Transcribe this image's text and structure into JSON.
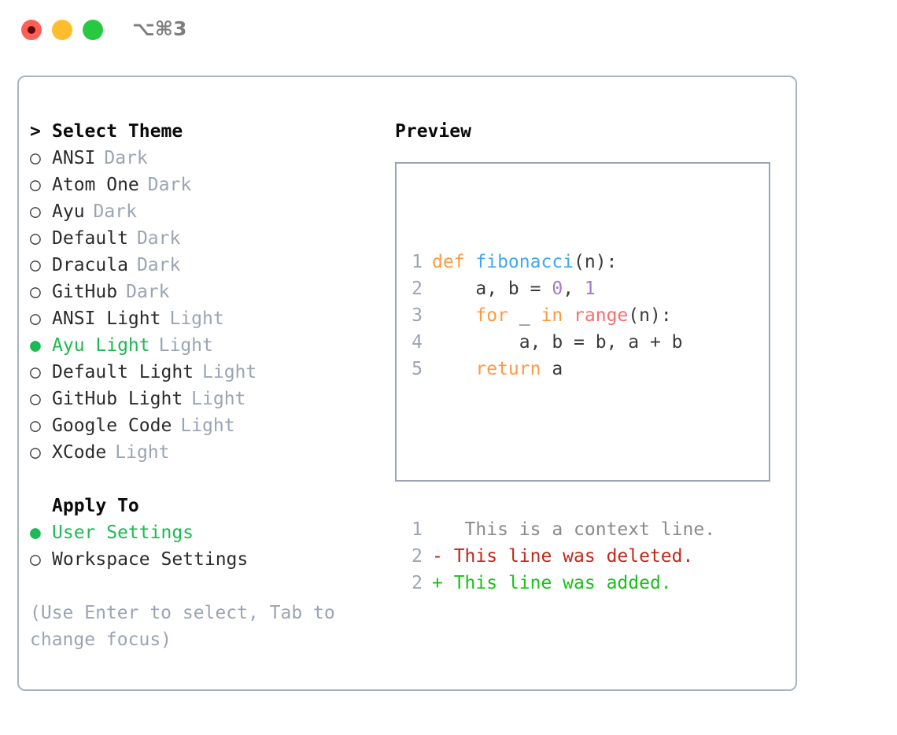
{
  "window": {
    "shortcut": "⌥⌘3",
    "traffic_lights": [
      {
        "name": "close",
        "color": "#FF5F57"
      },
      {
        "name": "minimize",
        "color": "#FFBD2E"
      },
      {
        "name": "maximize",
        "color": "#28C840"
      }
    ]
  },
  "accent": {
    "selected_green": "#1DB954",
    "muted_gray": "#9BA4B4",
    "border": "#AAB3C0"
  },
  "theme_list": {
    "header_marker": ">",
    "header": "Select Theme",
    "items": [
      {
        "marker": "○",
        "name": "ANSI",
        "tag": "Dark",
        "selected": false
      },
      {
        "marker": "○",
        "name": "Atom One",
        "tag": "Dark",
        "selected": false
      },
      {
        "marker": "○",
        "name": "Ayu",
        "tag": "Dark",
        "selected": false
      },
      {
        "marker": "○",
        "name": "Default",
        "tag": "Dark",
        "selected": false
      },
      {
        "marker": "○",
        "name": "Dracula",
        "tag": "Dark",
        "selected": false
      },
      {
        "marker": "○",
        "name": "GitHub",
        "tag": "Dark",
        "selected": false
      },
      {
        "marker": "○",
        "name": "ANSI Light",
        "tag": "Light",
        "selected": false
      },
      {
        "marker": "●",
        "name": "Ayu Light",
        "tag": "Light",
        "selected": true
      },
      {
        "marker": "○",
        "name": "Default Light",
        "tag": "Light",
        "selected": false
      },
      {
        "marker": "○",
        "name": "GitHub Light",
        "tag": "Light",
        "selected": false
      },
      {
        "marker": "○",
        "name": "Google Code",
        "tag": "Light",
        "selected": false
      },
      {
        "marker": "○",
        "name": "XCode",
        "tag": "Light",
        "selected": false
      }
    ]
  },
  "apply_to": {
    "header": "Apply To",
    "items": [
      {
        "marker": "●",
        "name": "User Settings",
        "selected": true
      },
      {
        "marker": "○",
        "name": "Workspace Settings",
        "selected": false
      }
    ]
  },
  "hint": "(Use Enter to select, Tab to change focus)",
  "preview": {
    "title": "Preview",
    "code_lines": [
      {
        "n": "1",
        "tokens": [
          {
            "t": "def ",
            "c": "kw"
          },
          {
            "t": "fibonacci",
            "c": "fn"
          },
          {
            "t": "(n):",
            "c": "pl"
          }
        ]
      },
      {
        "n": "2",
        "tokens": [
          {
            "t": "    a, b = ",
            "c": "pl"
          },
          {
            "t": "0",
            "c": "num"
          },
          {
            "t": ", ",
            "c": "pl"
          },
          {
            "t": "1",
            "c": "num"
          }
        ]
      },
      {
        "n": "3",
        "tokens": [
          {
            "t": "    ",
            "c": "pl"
          },
          {
            "t": "for",
            "c": "kw"
          },
          {
            "t": " _ ",
            "c": "pl"
          },
          {
            "t": "in",
            "c": "kw"
          },
          {
            "t": " ",
            "c": "pl"
          },
          {
            "t": "range",
            "c": "bi"
          },
          {
            "t": "(n):",
            "c": "pl"
          }
        ]
      },
      {
        "n": "4",
        "tokens": [
          {
            "t": "        a, b = b, a + b",
            "c": "pl"
          }
        ]
      },
      {
        "n": "5",
        "tokens": [
          {
            "t": "    ",
            "c": "pl"
          },
          {
            "t": "return",
            "c": "kw"
          },
          {
            "t": " a",
            "c": "pl"
          }
        ]
      }
    ],
    "diff_lines": [
      {
        "n": "1",
        "sign": " ",
        "text": "  This is a context line.",
        "c": "ctx"
      },
      {
        "n": "2",
        "sign": "-",
        "text": " This line was deleted.",
        "c": "del"
      },
      {
        "n": "2",
        "sign": "+",
        "text": " This line was added.",
        "c": "add"
      }
    ]
  }
}
